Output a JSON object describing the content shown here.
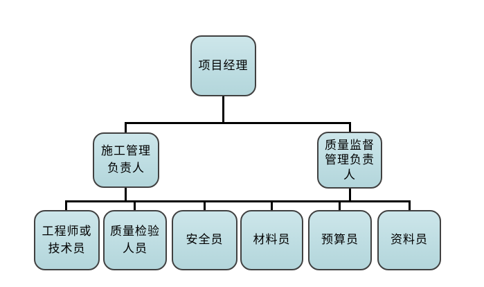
{
  "diagram": {
    "type": "org-chart",
    "background_color": "#ffffff",
    "node_fill_color": "#bedde2",
    "node_border_color": "#404040",
    "connector_color": "#000000",
    "nodes": {
      "root": {
        "label": "项目经理",
        "level": 1
      },
      "construction_manager": {
        "label": "施工管理\n负责人",
        "level": 2
      },
      "quality_supervision_manager": {
        "label": "质量监督\n管理负责\n人",
        "level": 2
      },
      "engineer_or_technician": {
        "label": "工程师或\n技术员",
        "level": 3
      },
      "quality_inspection_staff": {
        "label": "质量检验\n人员",
        "level": 3
      },
      "safety_officer": {
        "label": "安全员",
        "level": 3
      },
      "material_officer": {
        "label": "材料员",
        "level": 3
      },
      "budget_officer": {
        "label": "预算员",
        "level": 3
      },
      "document_officer": {
        "label": "资料员",
        "level": 3
      }
    }
  }
}
